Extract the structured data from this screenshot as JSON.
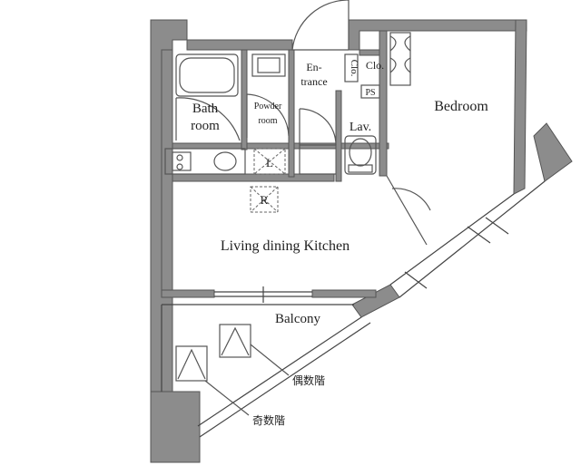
{
  "rooms": {
    "bathroom_line1": "Bath",
    "bathroom_line2": "room",
    "powder_line1": "Powder",
    "powder_line2": "room",
    "entrance_line1": "En-",
    "entrance_line2": "trance",
    "closet_vertical": "Clo.",
    "closet_top": "Clo.",
    "ps": "PS",
    "lavatory": "Lav.",
    "bedroom": "Bedroom",
    "ldk": "Living dining Kitchen",
    "balcony": "Balcony"
  },
  "symbols": {
    "laundry": "L",
    "refrigerator": "R"
  },
  "stairs": {
    "even_floor": "偶数階",
    "odd_floor": "奇数階"
  },
  "colors": {
    "wall": "#8c8c8c",
    "line": "#444444",
    "text": "#1f1f1f"
  }
}
